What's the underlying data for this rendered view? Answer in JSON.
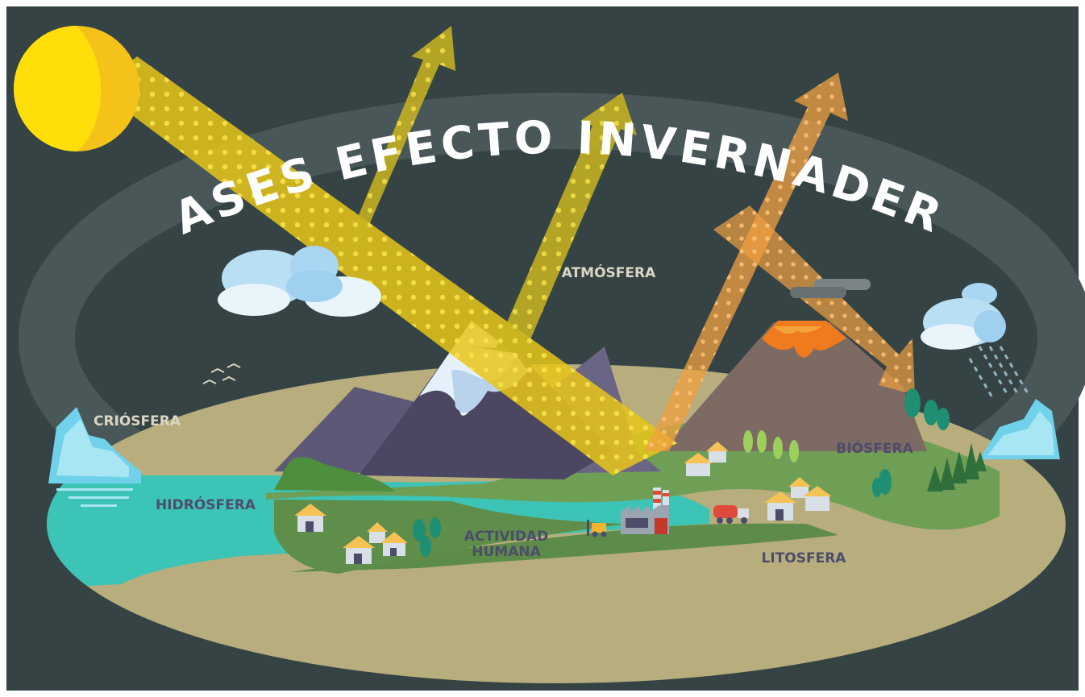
{
  "title": "GASES EFECTO INVERNADERO",
  "labels": {
    "atmosfera": "ATMÓSFERA",
    "criosfera": "CRIÓSFERA",
    "hidrosfera": "HIDRÓSFERA",
    "biosfera": "BIÓSFERA",
    "litosfera": "LITOSFERA",
    "actividad_line1": "ACTIVIDAD",
    "actividad_line2": "HUMANA"
  },
  "colors": {
    "background": "#354345",
    "sun": "#ffd60a",
    "sun_ray": "#e8c619",
    "reflected_ray": "#c9b520",
    "emitted_ray": "#f0a040",
    "atmosphere_band": "#4a5759",
    "water": "#3cc4b6",
    "land": "#b7ad7d",
    "vegetation": "#6f9e55",
    "title_text": "#ffffff",
    "label_light": "#dcd6c2",
    "label_dark": "#4d4d6a"
  }
}
